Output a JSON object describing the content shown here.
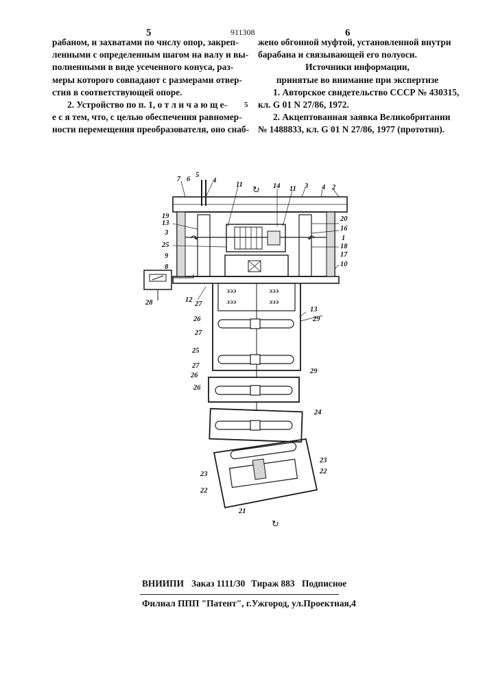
{
  "header": {
    "left_page": "5",
    "patent_no": "911308",
    "right_page": "6"
  },
  "left_column": [
    "рабаном, и захватами по числу опор, закреп-",
    "ленными с определенным шагом на валу и вы-",
    "полненными в виде усеченного конуса, раз-",
    "меры которого совпадают с размерами отвер-",
    "стия в соответствующей опоре.",
    "2. Устройство по п. 1, о т л и ч а ю щ е-",
    "е с я тем, что, с целью обеспечения равномер-",
    "ности перемещения преобразователя, оно снаб-"
  ],
  "line_marker": "5",
  "right_column": {
    "continuation": [
      "жено обгонной муфтой, установленной внутри",
      "барабана и связывающей его полуоси."
    ],
    "sources_title_1": "Источники информации,",
    "sources_title_2": "принятые во внимание при экспертизе",
    "ref1_line1": "1. Авторское свидетельство СССР № 430315,",
    "ref1_line2": "кл. G 01 N 27/86, 1972.",
    "ref2_line1": "2. Акцептованная заявка Великобритании",
    "ref2_line2": "№ 1488833, кл. G 01 N 27/86, 1977 (прототип)."
  },
  "figure": {
    "labels": {
      "l7": "7",
      "l6": "6",
      "l5": "5",
      "l4a": "4",
      "l11a": "11",
      "l14": "14",
      "l11b": "11",
      "l3a": "3",
      "l4b": "4",
      "l2": "2",
      "l19": "19",
      "l13a": "13",
      "l3b": "3",
      "l25a": "25",
      "l9": "9",
      "l8": "8",
      "l20": "20",
      "l16": "16",
      "l1": "1",
      "l18": "18",
      "l17": "17",
      "l10": "10",
      "l28": "28",
      "l12": "12",
      "l27a": "27",
      "l26a": "26",
      "l27b": "27",
      "l13b": "13",
      "l29a": "29",
      "l25b": "25",
      "l27c": "27",
      "l26b": "26",
      "l29b": "29",
      "l26c": "26",
      "l24": "24",
      "l23a": "23",
      "l22a": "22",
      "l23b": "23",
      "l22b": "22",
      "l21": "21"
    },
    "coil_text": "ЭЭЭ"
  },
  "footer": {
    "org": "ВНИИПИ",
    "order": "Заказ 1111/30",
    "circulation": "Тираж 883",
    "subscription": "Подписное",
    "branch": "Филиал ППП \"Патент\", г.Ужгород, ул.Проектная,4"
  }
}
